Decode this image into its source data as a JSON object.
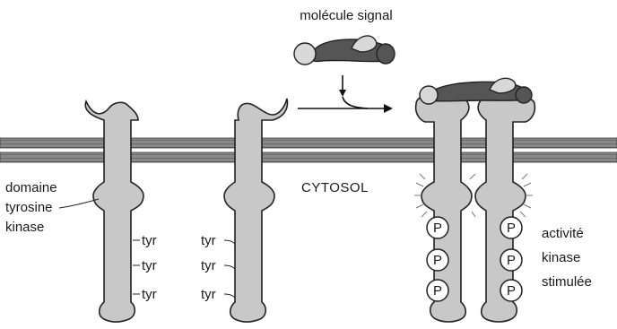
{
  "diagram": {
    "signal_label": "molécule signal",
    "cytosol_label": "CYTOSOL",
    "domain_label_lines": [
      "domaine",
      "tyrosine",
      "kinase"
    ],
    "tyr_label": "tyr",
    "phospho_label": "P",
    "activity_label_lines": [
      "activité",
      "kinase",
      "stimulée"
    ]
  },
  "colors": {
    "receptor_fill": "#c8c8c8",
    "membrane": "#6e6e6e",
    "signal_dark": "#555555",
    "signal_light": "#d8d8d8",
    "outline": "#222222"
  }
}
